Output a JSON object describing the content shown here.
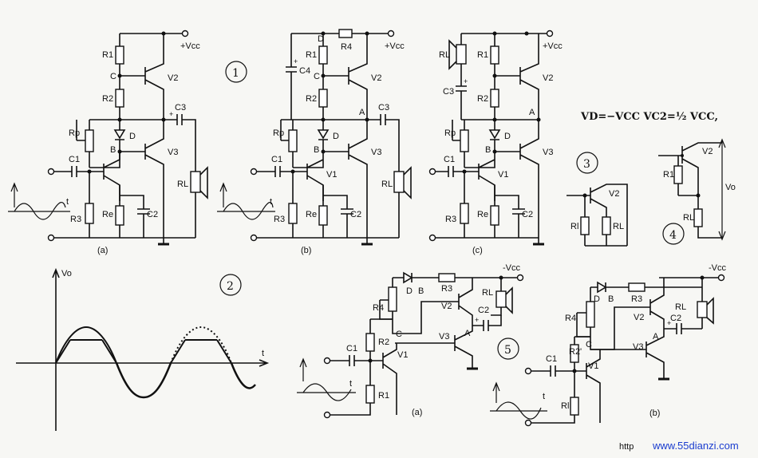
{
  "panel_numbers": {
    "n1": "1",
    "n2": "2",
    "n3": "3",
    "n4": "4",
    "n5": "5"
  },
  "supply": {
    "pos": "+Vcc",
    "neg": "-Vcc"
  },
  "components": {
    "R1": "R1",
    "R2": "R2",
    "R3": "R3",
    "R4": "R4",
    "Re": "Re",
    "Rp": "Rp",
    "RL": "RL",
    "C1": "C1",
    "C2": "C2",
    "C3": "C3",
    "C4": "C4",
    "D": "D",
    "V1": "V1",
    "V2": "V2",
    "V3": "V3",
    "Vo": "Vo",
    "Rl": "Rl",
    "R2p": "R2'",
    "R1p": "Rl"
  },
  "nodes": {
    "A": "A",
    "B": "B",
    "C": "C"
  },
  "axis": {
    "t": "t",
    "vo": "Vo"
  },
  "sublabels": {
    "a": "(a)",
    "b": "(b)",
    "c": "(c)"
  },
  "formula": "VD=−VCC VC2=½ VCC,",
  "watermark": {
    "prefix": "http",
    "site": "www.55dianzi.com"
  }
}
